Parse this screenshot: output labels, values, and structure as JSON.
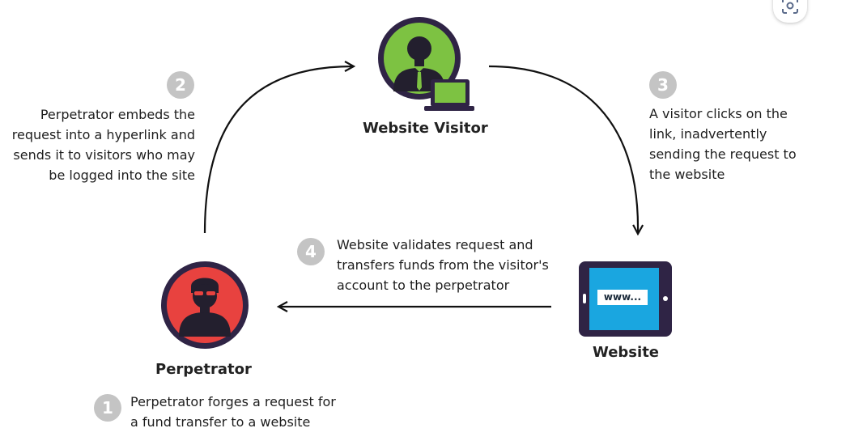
{
  "nodes": {
    "visitor": {
      "label": "Website Visitor"
    },
    "website": {
      "label": "Website",
      "screen_text": "www..."
    },
    "perpetrator": {
      "label": "Perpetrator"
    }
  },
  "steps": [
    {
      "number": "1",
      "lines": [
        "Perpetrator forges a request for",
        "a fund transfer to a website"
      ]
    },
    {
      "number": "2",
      "lines": [
        "Perpetrator embeds the",
        "request into a hyperlink  and",
        "sends it to visitors who may",
        "be logged into the site"
      ]
    },
    {
      "number": "3",
      "lines": [
        "A visitor clicks on the",
        "link, inadvertently",
        "sending the request to",
        "the website"
      ]
    },
    {
      "number": "4",
      "lines": [
        "Website validates request and",
        "transfers funds from the visitor's",
        "account to the  perpetrator"
      ]
    }
  ],
  "colors": {
    "visitor_circle": "#7dc242",
    "perpetrator_circle": "#e8423f",
    "ring": "#2f2445",
    "figure": "#231f2e",
    "tablet_screen": "#1aa6e0",
    "badge": "#c4c4c4"
  },
  "icons": {
    "visitor": "person-with-laptop-icon",
    "perpetrator": "masked-hacker-icon",
    "website": "tablet-icon",
    "lens": "visual-search-icon"
  }
}
